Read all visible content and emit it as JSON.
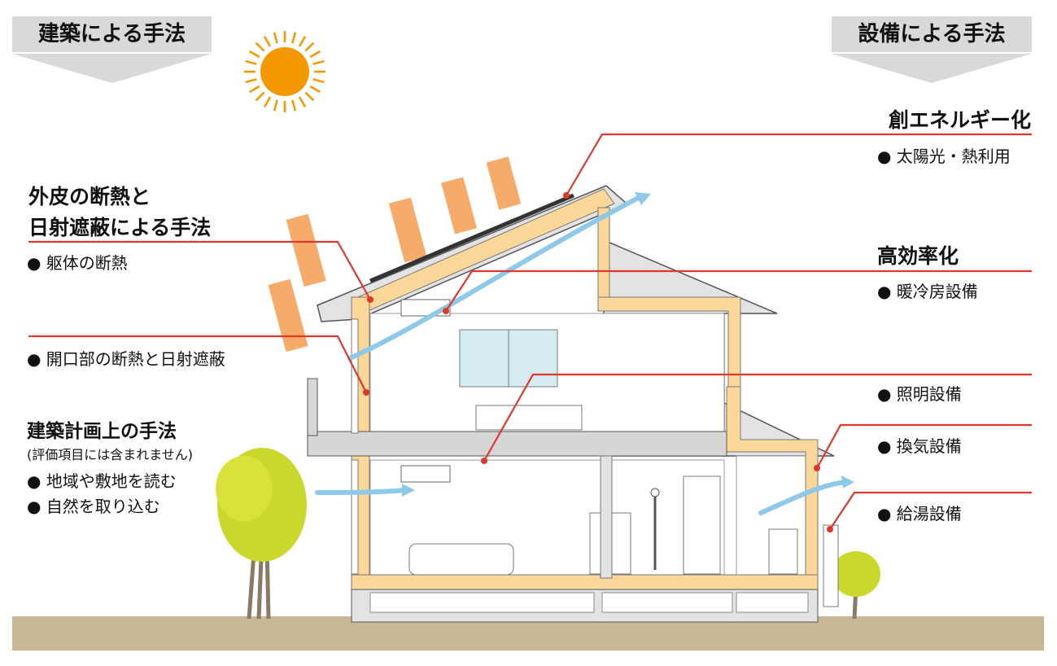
{
  "banners": {
    "left": "建築による手法",
    "right": "設備による手法"
  },
  "left": {
    "envelope_title_line1": "外皮の断熱と",
    "envelope_title_line2": "日射遮蔽による手法",
    "envelope_items": [
      "● 躯体の断熱",
      "● 開口部の断熱と日射遮蔽"
    ],
    "planning_title": "建築計画上の手法",
    "planning_note": "(評価項目には含まれません)",
    "planning_items": [
      "● 地域や敷地を読む",
      "● 自然を取り込む"
    ]
  },
  "right": {
    "energy_title": "創エネルギー化",
    "energy_items": [
      "● 太陽光・熱利用"
    ],
    "efficiency_title": "高効率化",
    "efficiency_items": [
      "● 暖冷房設備",
      "● 照明設備",
      "● 換気設備",
      "● 給湯設備"
    ]
  },
  "colors": {
    "banner": "#d9d9d9",
    "leader_line": "#e0382c",
    "sun": "#f39800",
    "insulation": "#fbd89a",
    "ground": "#c9b795",
    "airflow": "#8ec9ea"
  }
}
